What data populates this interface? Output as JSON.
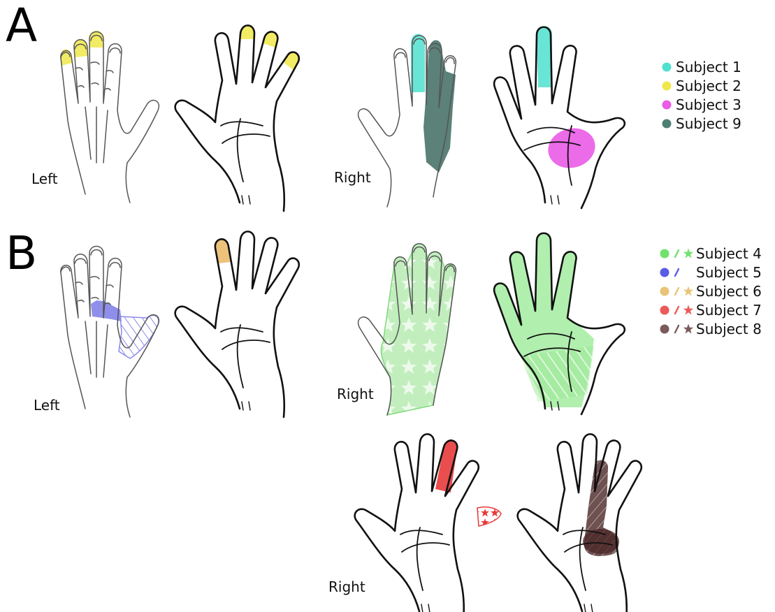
{
  "panels": {
    "a": {
      "letter": "A",
      "left_label": "Left",
      "right_label": "Right",
      "legend": [
        {
          "label": "Subject 1",
          "color": "#4fe0cf",
          "marks": [
            "dot"
          ]
        },
        {
          "label": "Subject 2",
          "color": "#f0e84a",
          "marks": [
            "dot"
          ]
        },
        {
          "label": "Subject 3",
          "color": "#ea5be6",
          "marks": [
            "dot"
          ]
        },
        {
          "label": "Subject 9",
          "color": "#4e7f73",
          "marks": [
            "dot"
          ]
        }
      ]
    },
    "b": {
      "letter": "B",
      "left_label": "Left",
      "right_label": "Right",
      "bottom_right_label": "Right",
      "legend": [
        {
          "label": "Subject 4",
          "color": "#6fe26b",
          "marks": [
            "dot",
            "slash",
            "star"
          ]
        },
        {
          "label": "Subject 5",
          "color": "#5a5be6",
          "marks": [
            "dot",
            "slash"
          ]
        },
        {
          "label": "Subject 6",
          "color": "#e8c576",
          "marks": [
            "dot",
            "slash",
            "star"
          ]
        },
        {
          "label": "Subject 7",
          "color": "#ec5a5a",
          "marks": [
            "dot",
            "slash",
            "star"
          ]
        },
        {
          "label": "Subject 8",
          "color": "#7a5a5a",
          "marks": [
            "dot",
            "slash",
            "star"
          ]
        }
      ]
    }
  },
  "colors": {
    "outline": "#111111",
    "back_outline": "#555555",
    "subject1": "#4fe0cf",
    "subject2": "#f0e84a",
    "subject3": "#ea5be6",
    "subject4": "#6fe26b",
    "subject5": "#7b7be8",
    "subject6": "#e8b35a",
    "subject7": "#e83a3a",
    "subject8": "#4a2626",
    "subject9": "#3e6b60"
  }
}
